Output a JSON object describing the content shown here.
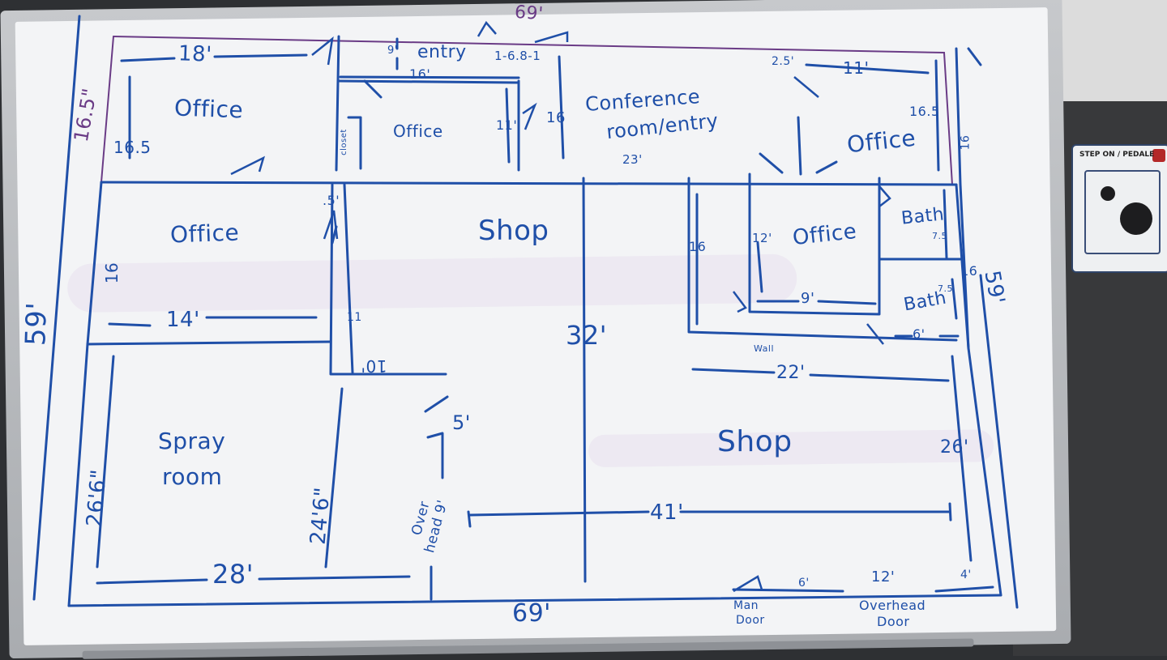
{
  "plan": {
    "overall": {
      "top_width": "69'",
      "bottom_width": "69'",
      "left_height": "59'",
      "right_height": "59'",
      "top_left_corner": "16.5\""
    },
    "rooms": {
      "office_nw": {
        "label": "Office",
        "width": "18'",
        "depth": "16.5"
      },
      "office_small": {
        "label": "Office",
        "width": "16'",
        "depth": "11'",
        "closet": "closet"
      },
      "entry": {
        "label": "entry",
        "depth": "9'",
        "door": "1-6.8-1"
      },
      "conference": {
        "label_line1": "Conference",
        "label_line2": "room/entry",
        "width": "23'",
        "depth": "16"
      },
      "office_ne": {
        "label": "Office",
        "width": "11'",
        "depth": "16.5",
        "side": "2.5'"
      },
      "office_w": {
        "label": "Office",
        "width": "14'",
        "depth": "16",
        "offset": ".5'"
      },
      "shop_north": {
        "label": "Shop",
        "depth": "32'"
      },
      "office_mid": {
        "label": "Office",
        "width": "9'",
        "depth": "12'",
        "side": "16"
      },
      "bath1": {
        "label": "Bath",
        "dim": "7.5"
      },
      "bath2": {
        "label": "Bath",
        "dim": "7.5",
        "width": "6'"
      },
      "wall_note": "Wall",
      "shop_south": {
        "label": "Shop",
        "width_upper": "22'",
        "depth": "26'",
        "width_lower": "41'",
        "east": "16"
      },
      "spray_room": {
        "label_line1": "Spray",
        "label_line2": "room",
        "width": "28'",
        "depth": "26'6\"",
        "inner_depth": "24'6\"",
        "corridor": "10'",
        "jog": "5'",
        "wall_mark": "11"
      },
      "overhead_left": {
        "line1": "Over",
        "line2": "head 9'"
      }
    },
    "south_wall": {
      "man_door": {
        "line1": "Man",
        "line2": "Door"
      },
      "gap": "6'",
      "overhead_door": {
        "width": "12'",
        "line1": "Overhead",
        "line2": "Door"
      },
      "corner": "4'"
    }
  },
  "colors": {
    "marker_blue": "#1f4fa8",
    "marker_purple": "#6a3b86",
    "board": "#f3f4f6",
    "frame": "#b7babe"
  },
  "device": {
    "tag": "STEP ON / PEDALE"
  }
}
